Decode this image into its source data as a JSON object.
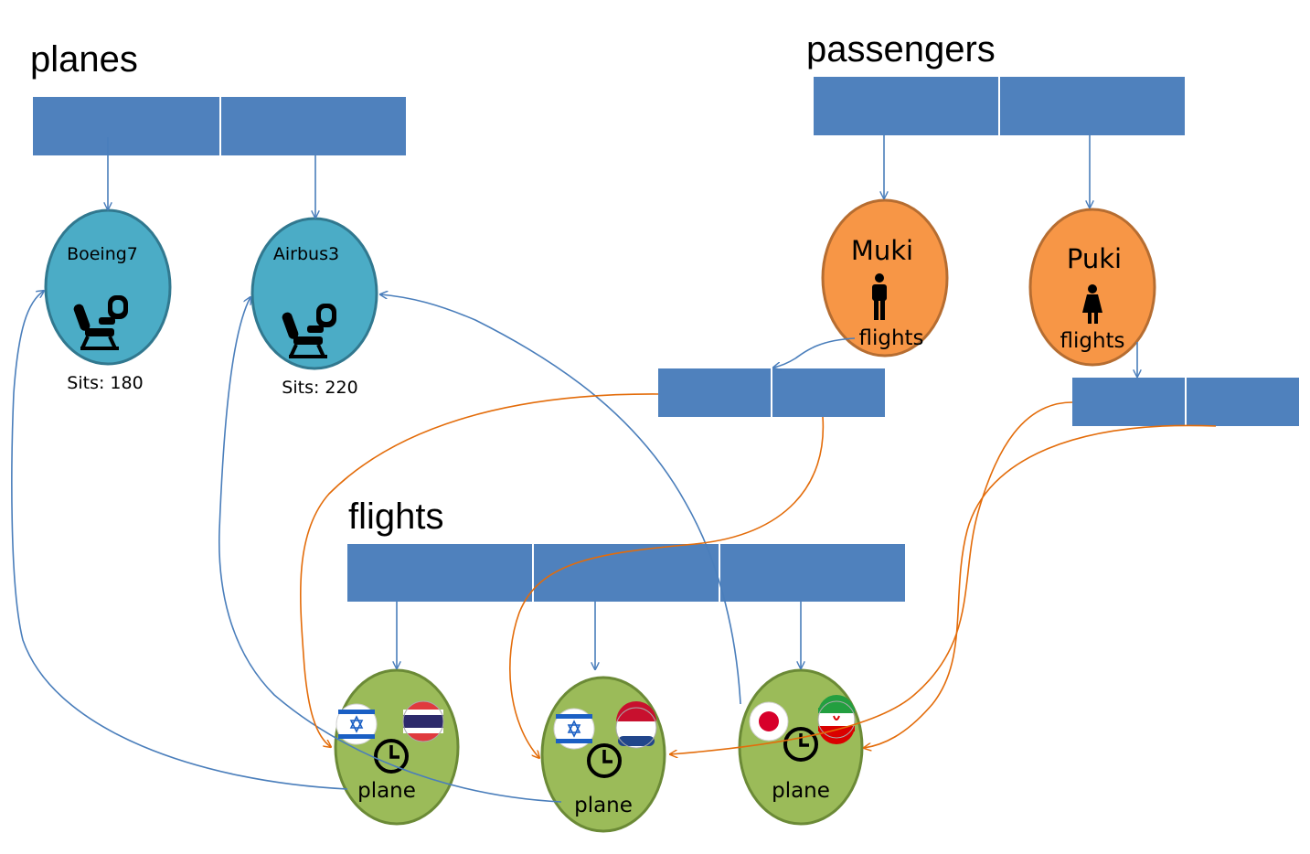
{
  "sections": {
    "planes": "planes",
    "passengers": "passengers",
    "flights": "flights"
  },
  "planes": [
    {
      "name": "Boeing7",
      "sits": "Sits: 180",
      "icon": "airplane-seat-icon"
    },
    {
      "name": "Airbus3",
      "sits": "Sits: 220",
      "icon": "airplane-seat-icon"
    }
  ],
  "passengers": [
    {
      "name": "Muki",
      "field": "flights",
      "icon": "man-icon"
    },
    {
      "name": "Puki",
      "field": "flights",
      "icon": "woman-icon"
    }
  ],
  "flights": [
    {
      "from_flag": "israel-flag-icon",
      "to_flag": "thailand-flag-icon",
      "field": "plane",
      "icon": "clock-icon"
    },
    {
      "from_flag": "israel-flag-icon",
      "to_flag": "netherlands-flag-icon",
      "field": "plane",
      "icon": "clock-icon"
    },
    {
      "from_flag": "japan-flag-icon",
      "to_flag": "iran-flag-icon",
      "field": "plane",
      "icon": "clock-icon"
    }
  ],
  "colors": {
    "array_cell": "#4f81bd",
    "plane_node": "#4bacc6",
    "plane_stroke": "#31788f",
    "passenger_node": "#f79646",
    "passenger_stroke": "#b66d31",
    "flight_node": "#9bbb59",
    "flight_stroke": "#6b8a36",
    "blue_arrow": "#4a7ebb",
    "orange_arrow": "#e36c0a"
  }
}
